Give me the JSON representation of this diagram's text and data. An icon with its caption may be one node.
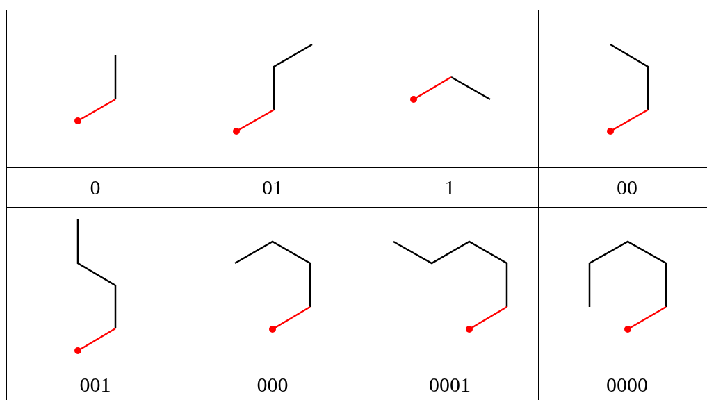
{
  "diagram": {
    "labels": [
      "0",
      "01",
      "1",
      "00",
      "001",
      "000",
      "0001",
      "0000"
    ]
  }
}
